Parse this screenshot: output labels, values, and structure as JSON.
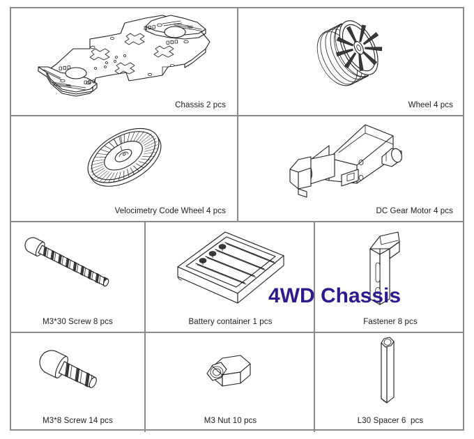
{
  "sheet": {
    "title_overlay": "4WD Chassis",
    "overlay_color": "#2e1a8c",
    "border_color": "#8a8a8a",
    "background": "#ffffff"
  },
  "rows": [
    {
      "cells": [
        {
          "part": "chassis",
          "label": "Chassis 2 pcs",
          "align": "right"
        },
        {
          "part": "wheel",
          "label": "Wheel 4 pcs",
          "align": "right"
        }
      ]
    },
    {
      "cells": [
        {
          "part": "code-wheel",
          "label": "Velocimetry Code Wheel 4 pcs",
          "align": "right"
        },
        {
          "part": "dc-gear-motor",
          "label": "DC Gear Motor 4 pcs",
          "align": "right"
        }
      ]
    },
    {
      "cells": [
        {
          "part": "m3x30-screw",
          "label": "M3*30 Screw 8 pcs",
          "align": "center"
        },
        {
          "part": "battery-container",
          "label": "Battery container 1 pcs",
          "align": "center"
        },
        {
          "part": "fastener",
          "label": "Fastener 8 pcs",
          "align": "center"
        }
      ]
    },
    {
      "cells": [
        {
          "part": "m3x8-screw",
          "label": "M3*8 Screw 14 pcs",
          "align": "center"
        },
        {
          "part": "m3-nut",
          "label": "M3 Nut 10 pcs",
          "align": "center"
        },
        {
          "part": "l30-spacer",
          "label": "L30 Spacer 6  pcs",
          "align": "center"
        }
      ]
    }
  ],
  "labels": {
    "chassis": "Chassis 2 pcs",
    "wheel": "Wheel 4 pcs",
    "code_wheel": "Velocimetry Code Wheel 4 pcs",
    "dc_gear_motor": "DC Gear Motor 4 pcs",
    "m3x30_screw": "M3*30 Screw 8 pcs",
    "battery_container": "Battery container 1 pcs",
    "fastener": "Fastener 8 pcs",
    "m3x8_screw": "M3*8 Screw 14 pcs",
    "m3_nut": "M3 Nut 10 pcs",
    "l30_spacer": "L30 Spacer 6  pcs"
  }
}
